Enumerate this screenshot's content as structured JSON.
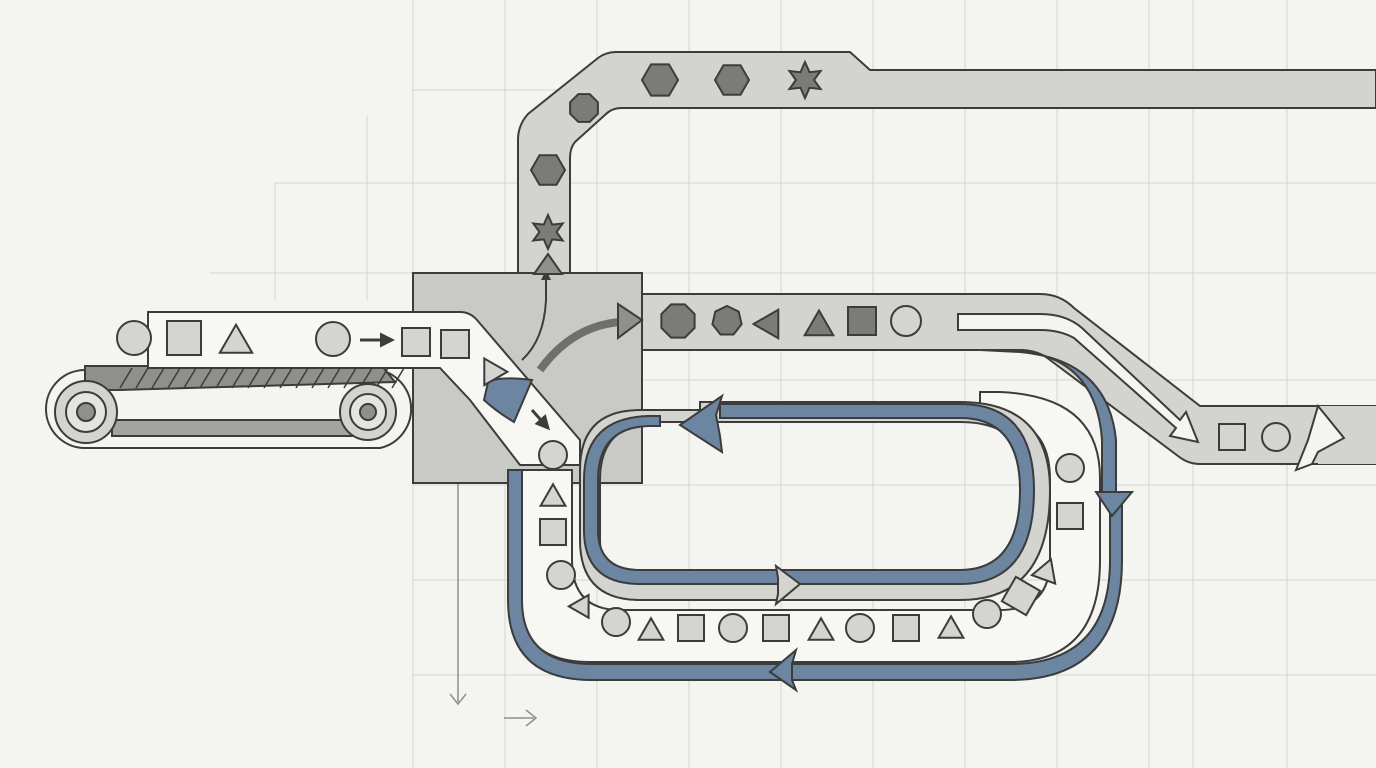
{
  "diagram": {
    "description_free": true,
    "colors": {
      "background": "#f4f4f0",
      "grid": "#d4d4d0",
      "track_light": "#f7f7f4",
      "track_mid": "#d3d3cf",
      "track_dark": "#8f8f8b",
      "sorter_box": "#c9c9c5",
      "loop_blue": "#6c85a0",
      "stroke": "#3c3c3c",
      "shape_light": "#d4d4d0",
      "shape_dark": "#7b7b77"
    },
    "icons": {
      "input_items": [
        "circle",
        "square",
        "triangle"
      ],
      "feed_items": [
        "circle",
        "square",
        "square",
        "triangle"
      ],
      "top_branch_items": [
        "hexagon",
        "hexagon",
        "star",
        "octagon",
        "hexagon",
        "star"
      ],
      "middle_branch_items": [
        "octagon",
        "heptagon",
        "triangle",
        "triangle",
        "square",
        "circle"
      ],
      "exit_items": [
        "square",
        "circle"
      ],
      "loop_items": [
        "circle",
        "triangle",
        "square",
        "circle",
        "triangle",
        "circle",
        "triangle",
        "square",
        "circle",
        "square",
        "triangle",
        "circle",
        "square",
        "triangle",
        "circle",
        "square",
        "triangle",
        "circle",
        "square"
      ]
    }
  }
}
